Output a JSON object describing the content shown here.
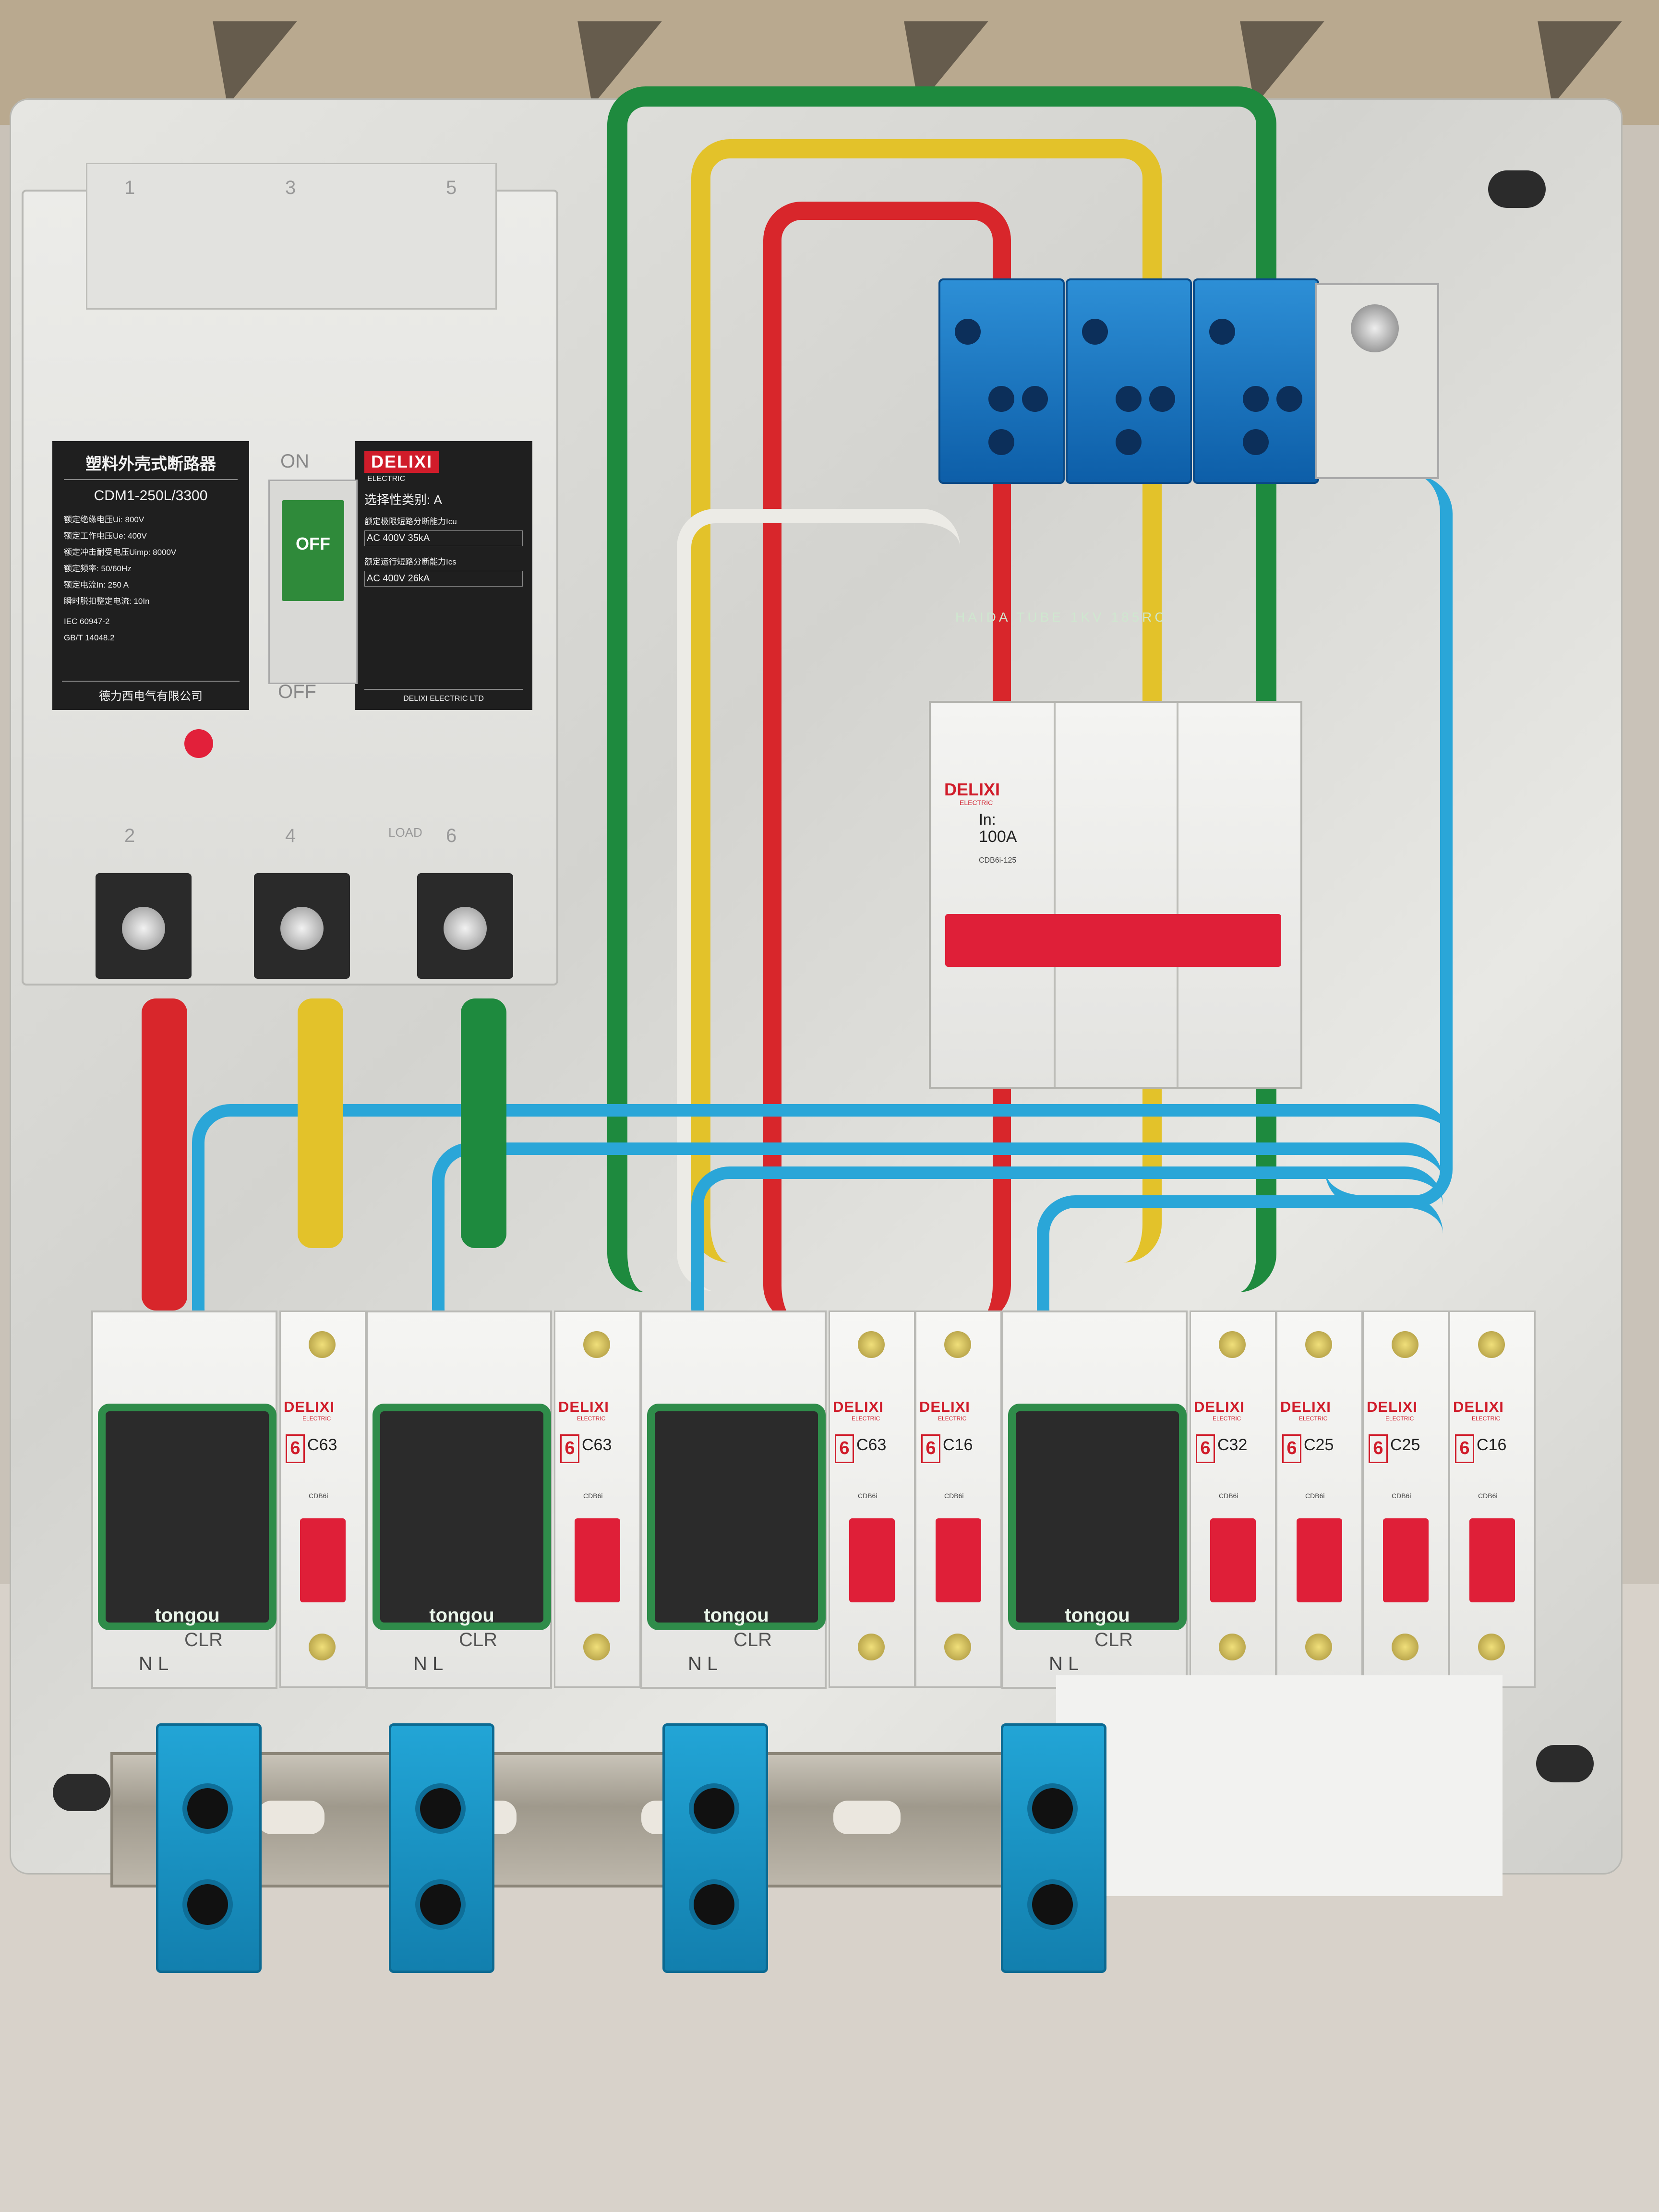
{
  "scene": {
    "description_type": "photo",
    "colors": {
      "plate": "#dcdcd8",
      "wire_green": "#1e8a3e",
      "wire_yellow": "#e3c22a",
      "wire_red": "#d8262b",
      "wire_blue": "#2aa6d8",
      "wire_white": "#ecebe6",
      "brand_red": "#d01c2a",
      "meter_green": "#2f8c4a"
    }
  },
  "mccb": {
    "title_cn": "塑料外壳式断路器",
    "model": "CDM1-250L/3300",
    "specs": [
      "额定绝缘电压Ui: 800V",
      "额定工作电压Ue: 400V",
      "额定冲击耐受电压Uimp: 8000V",
      "额定频率: 50/60Hz",
      "额定电流In: 250 A",
      "瞬时脱扣整定电流: 10In"
    ],
    "standard": "IEC 60947-2",
    "standard2": "GB/T 14048.2",
    "maker_cn": "德力西电气有限公司",
    "brand": "DELIXI",
    "brand_sub": "ELECTRIC",
    "selectivity": "选择性类别: A",
    "rated_short": "额定极限短路分断能力Icu",
    "table1": "AC 400V 35kA",
    "rated_service": "额定运行短路分断能力Ics",
    "table2": "AC 400V 26kA",
    "footer": "DELIXI ELECTRIC LTD",
    "on_label": "ON",
    "off_label": "OFF",
    "toggle_text": "OFF",
    "load_label": "LOAD",
    "terminals_top": [
      "1",
      "3",
      "5"
    ],
    "terminals_bottom": [
      "2",
      "4",
      "6"
    ]
  },
  "main_mcb": {
    "brand": "DELIXI",
    "sub": "ELECTRIC",
    "rating_label": "In:",
    "rating": "100A",
    "model": "CDB6i-125"
  },
  "cable_print": "HAIDA TUBE 1KV 185RC",
  "modules": [
    {
      "type": "meter",
      "brand": "tongou",
      "clr": "CLR",
      "nl": "N L"
    },
    {
      "type": "mcb",
      "brand": "DELIXI",
      "sub": "ELECTRIC",
      "rating": "C63",
      "model": "CDB6i"
    },
    {
      "type": "meter",
      "brand": "tongou",
      "clr": "CLR",
      "nl": "N L"
    },
    {
      "type": "mcb",
      "brand": "DELIXI",
      "sub": "ELECTRIC",
      "rating": "C63",
      "model": "CDB6i"
    },
    {
      "type": "meter",
      "brand": "tongou",
      "clr": "CLR",
      "nl": "N L"
    },
    {
      "type": "mcb",
      "brand": "DELIXI",
      "sub": "ELECTRIC",
      "rating": "C63",
      "model": "CDB6i"
    },
    {
      "type": "mcb",
      "brand": "DELIXI",
      "sub": "ELECTRIC",
      "rating": "C16",
      "model": "CDB6i"
    },
    {
      "type": "meter",
      "brand": "tongou",
      "clr": "CLR",
      "nl": "N L"
    },
    {
      "type": "mcb",
      "brand": "DELIXI",
      "sub": "ELECTRIC",
      "rating": "C32",
      "model": "CDB6i"
    },
    {
      "type": "mcb",
      "brand": "DELIXI",
      "sub": "ELECTRIC",
      "rating": "C25",
      "model": "CDB6i"
    },
    {
      "type": "mcb",
      "brand": "DELIXI",
      "sub": "ELECTRIC",
      "rating": "C25",
      "model": "CDB6i"
    },
    {
      "type": "mcb",
      "brand": "DELIXI",
      "sub": "ELECTRIC",
      "rating": "C16",
      "model": "CDB6i"
    }
  ]
}
